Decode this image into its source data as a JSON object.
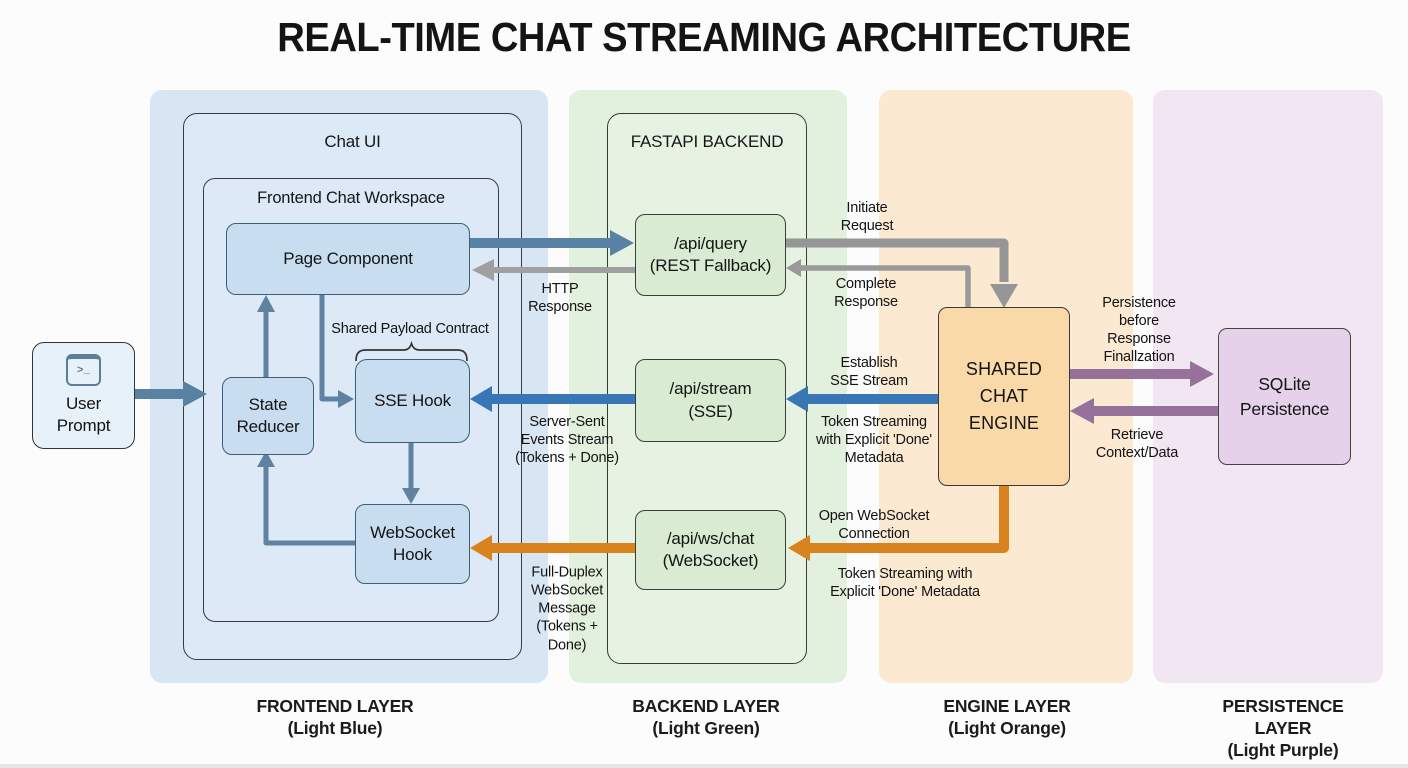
{
  "title": "REAL-TIME CHAT STREAMING ARCHITECTURE",
  "columns": {
    "frontend": {
      "footer": "FRONTEND LAYER\n(Light Blue)"
    },
    "backend": {
      "footer": "BACKEND LAYER\n(Light Green)"
    },
    "engine": {
      "footer": "ENGINE LAYER\n(Light Orange)"
    },
    "persistence": {
      "footer": "PERSISTENCE LAYER\n(Light Purple)"
    }
  },
  "nodes": {
    "user_prompt": "User\nPrompt",
    "chat_ui": "Chat UI",
    "workspace": "Frontend Chat Workspace",
    "page_component": "Page Component",
    "state_reducer": "State\nReducer",
    "sse_hook": "SSE Hook",
    "websocket_hook": "WebSocket\nHook",
    "fastapi_backend": "FASTAPI BACKEND",
    "api_query": "/api/query\n(REST Fallback)",
    "api_stream": "/api/stream\n(SSE)",
    "api_ws_chat": "/api/ws/chat\n(WebSocket)",
    "shared_chat_engine": "SHARED\nCHAT\nENGINE",
    "sqlite_persistence": "SQLite\nPersistence"
  },
  "edge_labels": {
    "shared_payload_contract": "Shared Payload Contract",
    "http_response": "HTTP\nResponse",
    "initiate_request": "Initiate\nRequest",
    "complete_response": "Complete\nResponse",
    "establish_sse_stream": "Establish\nSSE Stream",
    "token_streaming_sse": "Token Streaming\nwith Explicit 'Done'\nMetadata",
    "server_sent_events": "Server-Sent\nEvents Stream\n(Tokens + Done)",
    "open_websocket": "Open WebSocket\nConnection",
    "token_streaming_ws": "Token Streaming with\nExplicit 'Done' Metadata",
    "full_duplex": "Full-Duplex\nWebSocket\nMessage\n(Tokens +\nDone)",
    "persistence_before": "Persistence\nbefore\nResponse\nFinallzation",
    "retrieve_context": "Retrieve\nContext/Data"
  },
  "icons": {
    "terminal_icon": ">_"
  },
  "colors": {
    "frontend_bg": "#D8E6F4",
    "backend_bg": "#E2F0DE",
    "engine_bg": "#FBE9D2",
    "persistence_bg": "#F2E6F3",
    "frontend_node": "#C9DDF0",
    "backend_node": "#D9EBD3",
    "engine_node": "#F8D9A7",
    "persistence_node": "#E5D1E9",
    "arrow_steel": "#5881A3",
    "arrow_blue": "#3876B5",
    "arrow_gray": "#98999B",
    "arrow_orange": "#D9831F",
    "arrow_purple": "#96719A"
  }
}
